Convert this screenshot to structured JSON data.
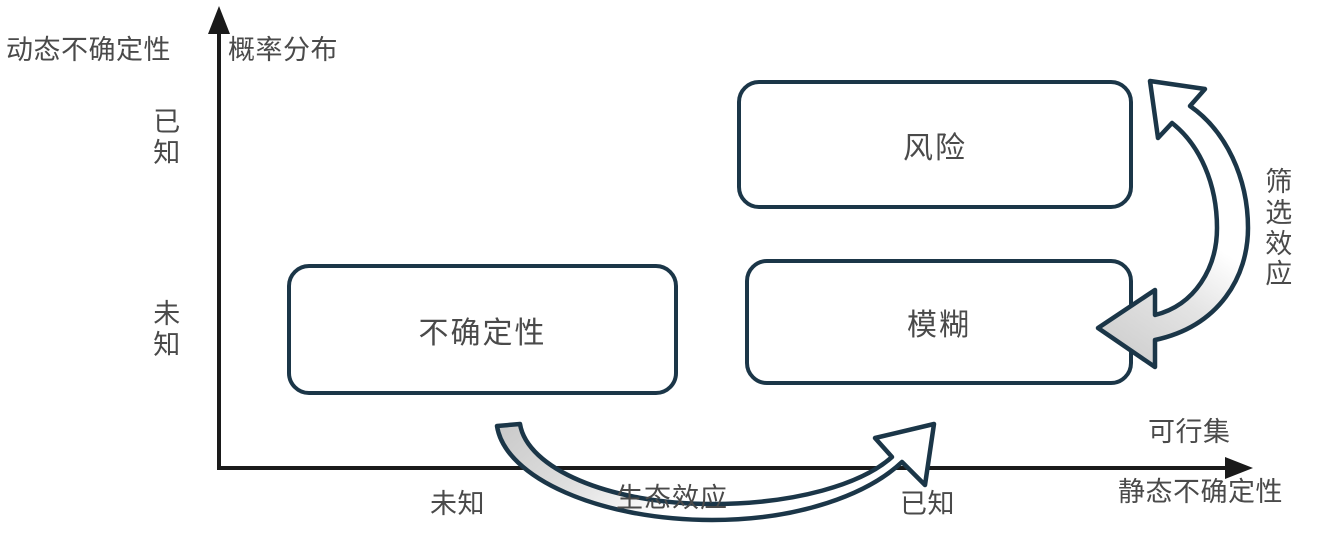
{
  "diagram": {
    "title_axis_y_outer": "动态不确定性",
    "title_axis_y_inner": "概率分布",
    "axis_x_top_label": "可行集",
    "axis_x_bottom_label": "静态不确定性",
    "y_ticks": [
      {
        "chars": [
          "已",
          "知"
        ]
      },
      {
        "chars": [
          "未",
          "知"
        ]
      }
    ],
    "x_ticks": [
      {
        "label": "未知"
      },
      {
        "label": "已知"
      }
    ],
    "boxes": [
      {
        "id": "risk",
        "label": "风险"
      },
      {
        "id": "uncertainty",
        "label": "不确定性"
      },
      {
        "id": "ambiguity",
        "label": "模糊"
      }
    ],
    "arrows": [
      {
        "id": "screening-effect",
        "label_chars": [
          "筛",
          "选",
          "效",
          "应"
        ],
        "label": "筛选效应"
      },
      {
        "id": "ecological-effect",
        "label": "生态效应"
      }
    ],
    "colors": {
      "stroke_navy": "#1b3648",
      "axis_black": "#1a1a1a",
      "text_gray": "#4a4a4a",
      "arrow_fill_gray": "#cfcfcf",
      "background": "#ffffff"
    }
  }
}
